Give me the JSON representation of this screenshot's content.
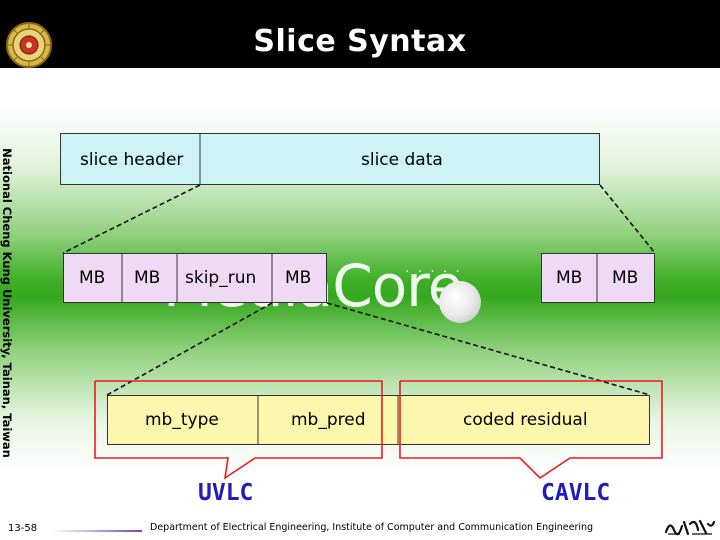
{
  "title": "Slice Syntax",
  "side_text": "National Cheng Kung University, Tainan, Taiwan",
  "watermark": {
    "text": "MediaCore",
    "dots": "· · · · ·"
  },
  "slice_row": {
    "header": "slice header",
    "data": "slice data"
  },
  "mb_row": {
    "cells": [
      "MB",
      "MB",
      "skip_run",
      "MB",
      "MB",
      "MB"
    ]
  },
  "element_row": {
    "cells": [
      "mb_type",
      "mb_pred",
      "coded residual"
    ]
  },
  "callouts": {
    "left": "UVLC",
    "right": "CAVLC"
  },
  "footer": {
    "page": "13-58",
    "department": "Department of Electrical Engineering, Institute of Computer and Communication Engineering"
  },
  "colors": {
    "title_bar": "#000000",
    "slice_fill": "#cdf3f5",
    "mb_fill": "#f0d9f5",
    "element_fill": "#fdf7ad",
    "callout_border": "#ee1c1c",
    "callout_text": "#1f1fb8"
  }
}
